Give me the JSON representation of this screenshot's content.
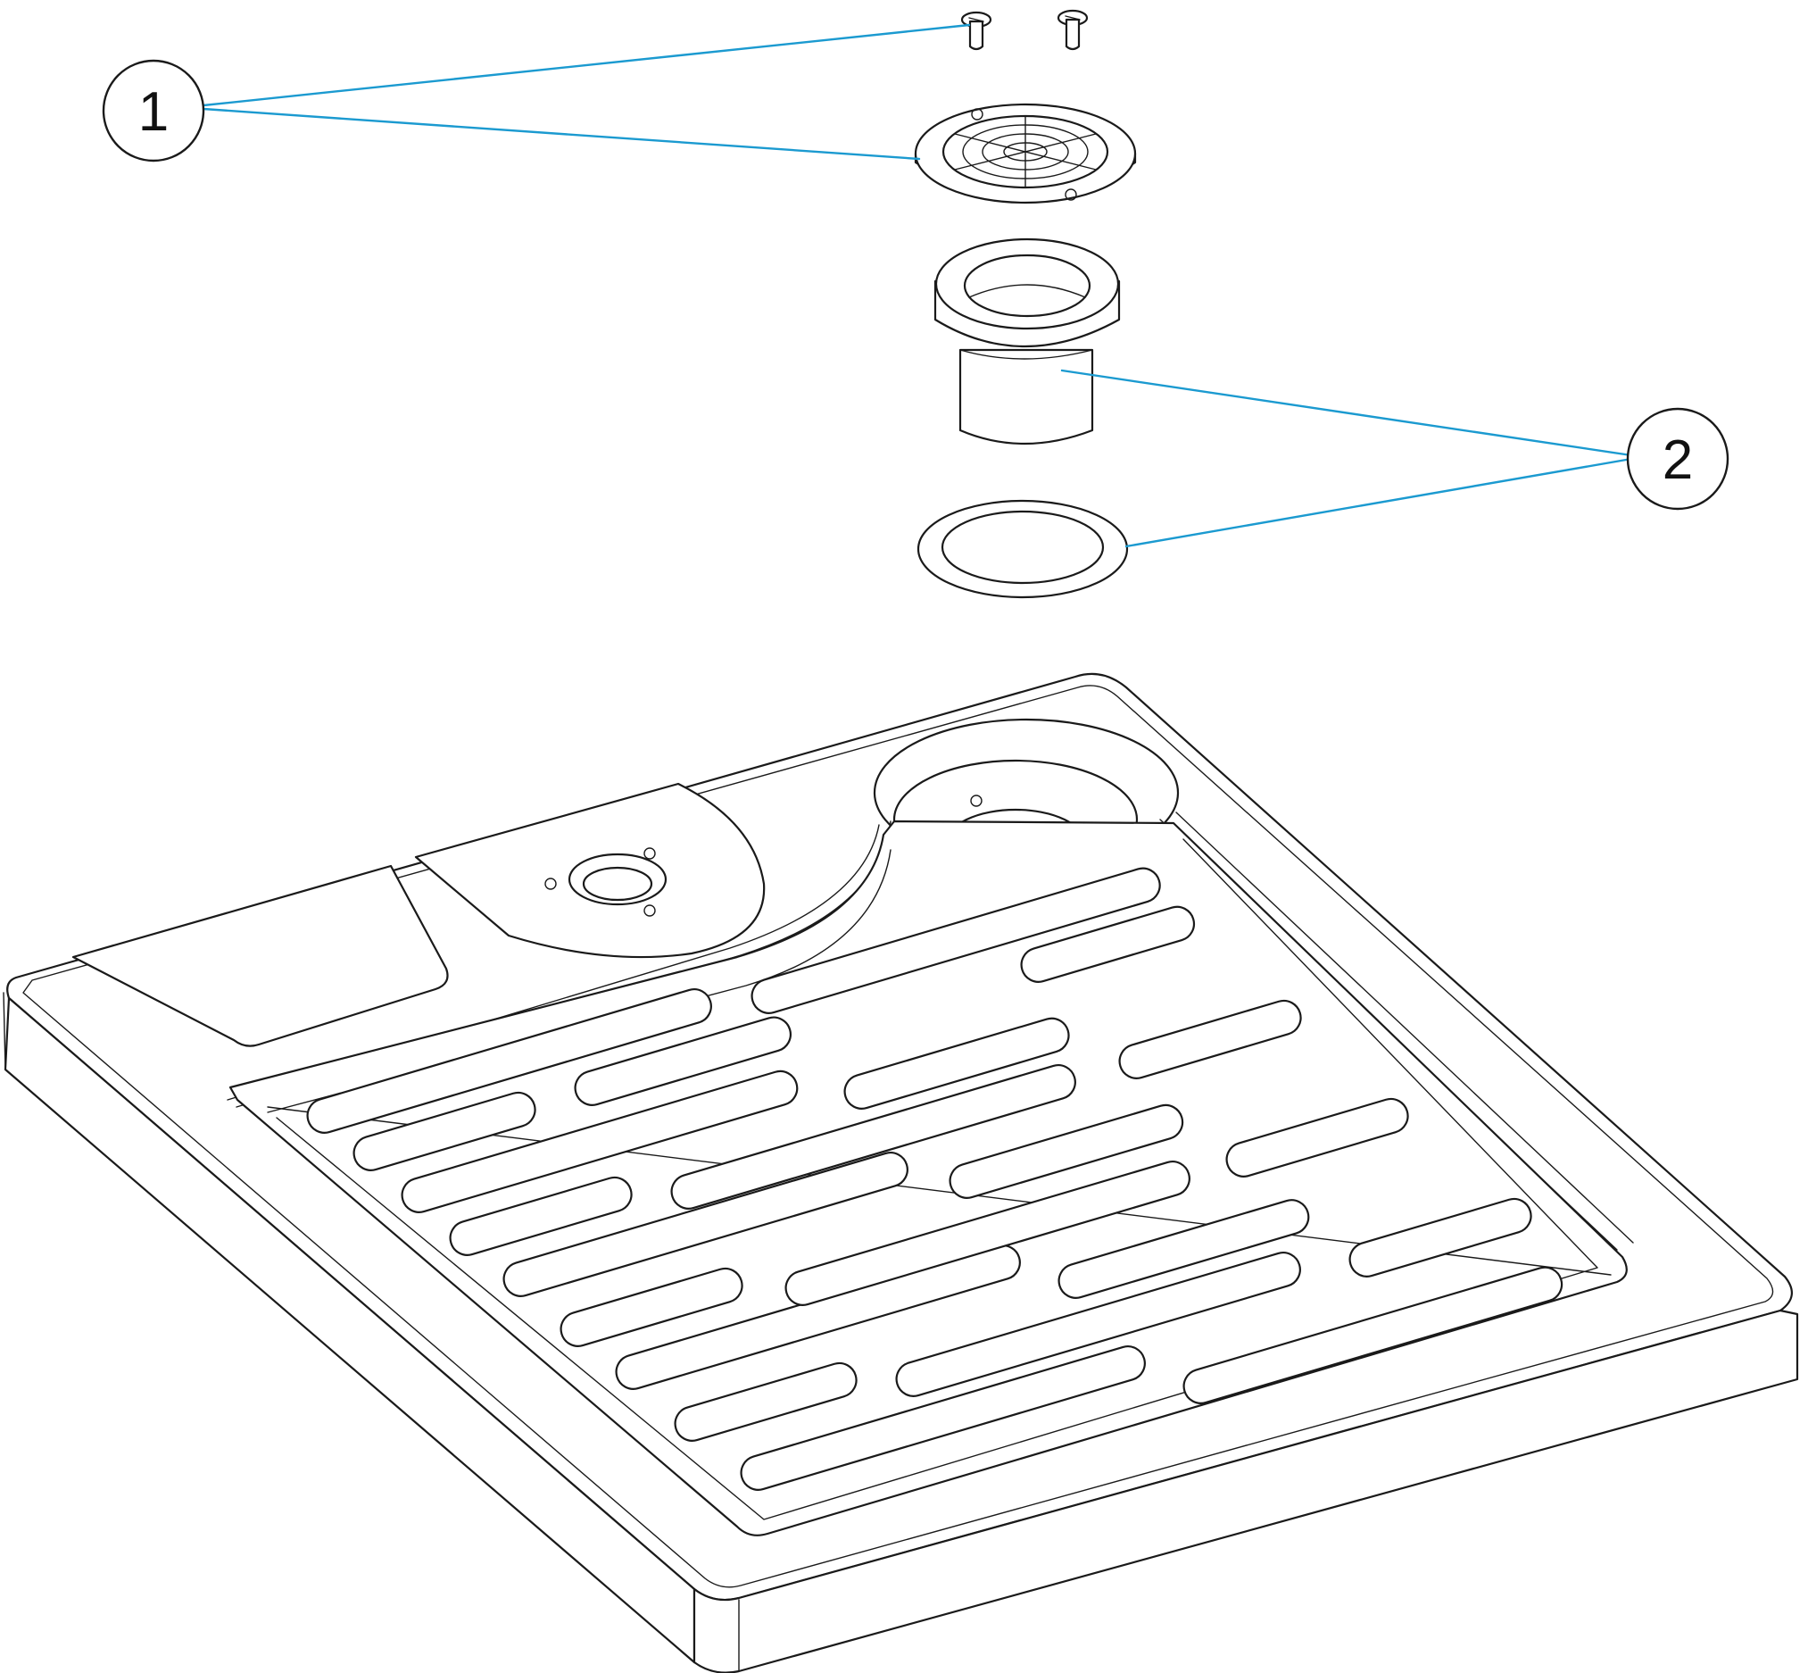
{
  "callouts": [
    {
      "number": "1",
      "parts": [
        "screws",
        "drain-grate"
      ]
    },
    {
      "number": "2",
      "parts": [
        "drain-sleeve",
        "gasket-ring"
      ]
    }
  ],
  "colors": {
    "line": "#1a1a1a",
    "leader": "#1b9ad0",
    "background": "#ffffff"
  }
}
